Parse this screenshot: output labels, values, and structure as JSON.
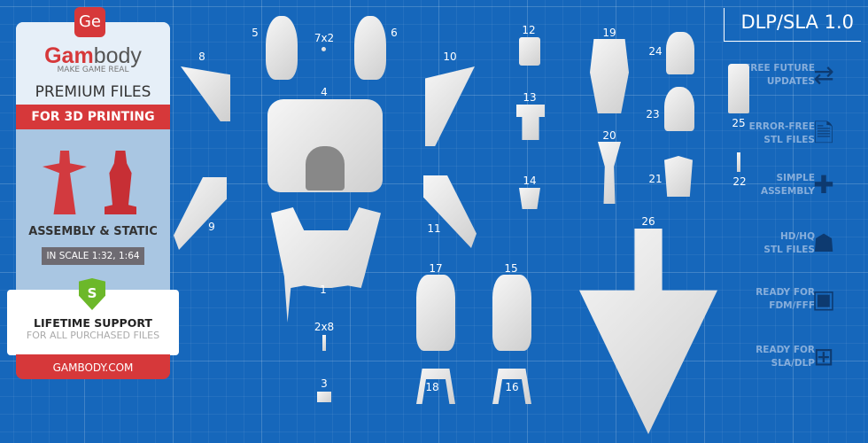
{
  "left_panel": {
    "logo_mark": "Ge",
    "brand_a": "Gam",
    "brand_b": "body",
    "tagline": "MAKE GAME REAL",
    "premium": "PREMIUM FILES",
    "for_printing": "FOR 3D PRINTING",
    "assembly": "ASSEMBLY & STATIC",
    "scale": "IN SCALE 1:32, 1:64",
    "shield_letter": "S",
    "support_title": "LIFETIME SUPPORT",
    "support_sub": "FOR ALL PURCHASED FILES",
    "site": "GAMBODY.COM"
  },
  "title": "DLP/SLA 1.0",
  "features": [
    {
      "l1": "FREE FUTURE",
      "l2": "UPDATES",
      "icon": "sync-icon",
      "glyph": "⇄"
    },
    {
      "l1": "ERROR-FREE",
      "l2": "STL FILES",
      "icon": "file-check-icon",
      "glyph": "🗎"
    },
    {
      "l1": "SIMPLE",
      "l2": "ASSEMBLY",
      "icon": "puzzle-icon",
      "glyph": "✚"
    },
    {
      "l1": "HD/HQ",
      "l2": "STL FILES",
      "icon": "figure-icon",
      "glyph": "☗"
    },
    {
      "l1": "READY FOR",
      "l2": "FDM/FFF",
      "icon": "fdm-printer-icon",
      "glyph": "▣"
    },
    {
      "l1": "READY FOR",
      "l2": "SLA/DLP",
      "icon": "sla-printer-icon",
      "glyph": "⊞"
    }
  ],
  "parts": [
    "1",
    "2x8",
    "3",
    "4",
    "5",
    "6",
    "7x2",
    "8",
    "9",
    "10",
    "11",
    "12",
    "13",
    "14",
    "15",
    "16",
    "17",
    "18",
    "19",
    "20",
    "21",
    "22",
    "23",
    "24",
    "25",
    "26"
  ],
  "colors": {
    "background": "#1667bb",
    "brand_red": "#d6383a",
    "shield_green": "#6cb82a"
  }
}
